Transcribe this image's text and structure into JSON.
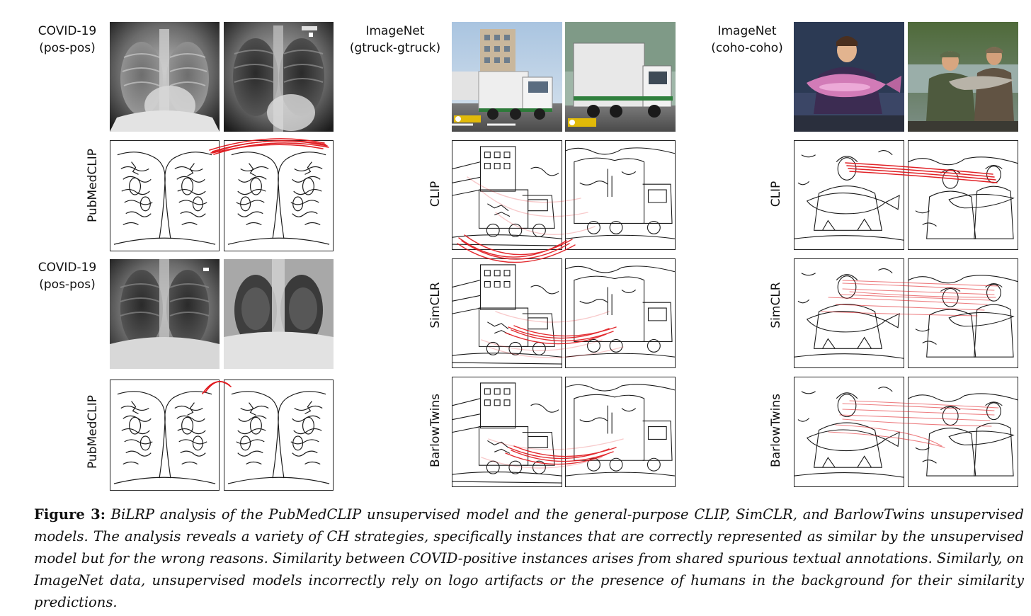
{
  "columns": [
    {
      "title": "COVID-19",
      "subtitle": "(pos-pos)"
    },
    {
      "title": "ImageNet",
      "subtitle": "(gtruck-gtruck)"
    },
    {
      "title": "ImageNet",
      "subtitle": "(coho-coho)"
    }
  ],
  "covid_second": {
    "title": "COVID-19",
    "subtitle": "(pos-pos)"
  },
  "model_labels": {
    "pubmedclip_1": "PubMedCLIP",
    "pubmedclip_2": "PubMedCLIP",
    "truck_clip": "CLIP",
    "truck_simclr": "SimCLR",
    "truck_barlow": "BarlowTwins",
    "coho_clip": "CLIP",
    "coho_simclr": "SimCLR",
    "coho_barlow": "BarlowTwins"
  },
  "caption": {
    "figure_label": "Figure 3:",
    "text": " BiLRP analysis of the PubMedCLIP unsupervised model and the general-purpose CLIP, SimCLR, and BarlowTwins unsupervised models. The analysis reveals a variety of CH strategies, specifically instances that are correctly represented as similar by the unsupervised model but for the wrong reasons. Similarity between COVID-positive instances arises from shared spurious textual annotations. Similarly, on ImageNet data, unsupervised models incorrectly rely on logo artifacts or the presence of humans in the background for their similarity predictions."
  },
  "colors": {
    "relevance": "#e0161b",
    "panel_border": "#222222"
  }
}
